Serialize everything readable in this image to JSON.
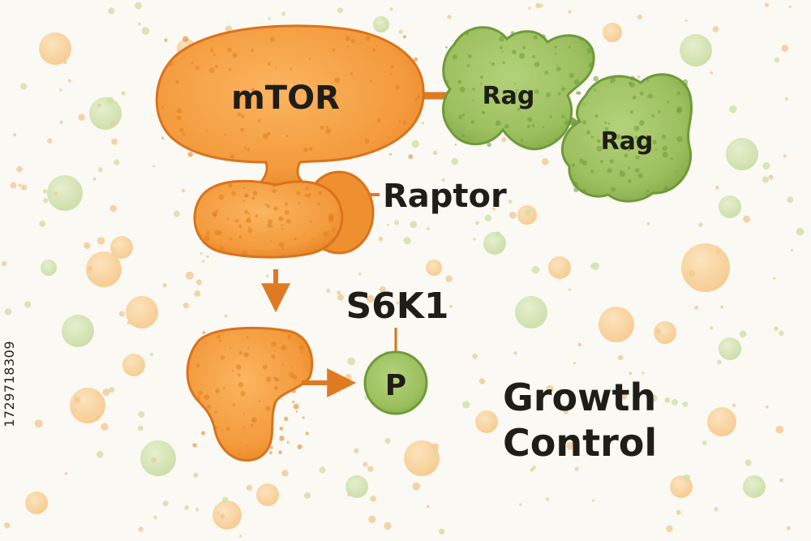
{
  "labels": {
    "mtor": "mTOR",
    "rag_1": "Rag",
    "rag_2": "Rag",
    "raptor": "Raptor",
    "s6k1": "S6K1",
    "phosphate": "P",
    "outcome_line1": "Growth",
    "outcome_line2": "Control"
  },
  "side_id": "1729718309",
  "colors": {
    "orange_fill": "#f39a3c",
    "orange_dark": "#d9731c",
    "green_fill": "#9cbf5e",
    "green_dark": "#6f9a3a",
    "background": "#fbf9f3",
    "text": "#1f1d18"
  }
}
